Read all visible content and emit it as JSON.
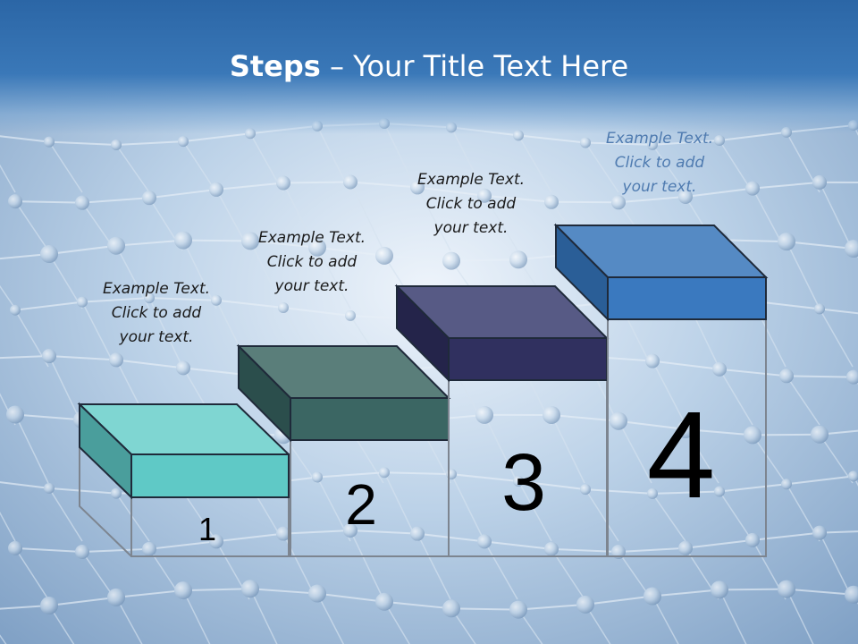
{
  "title": {
    "bold": "Steps",
    "rest": " – Your Title Text Here"
  },
  "steps": [
    {
      "number": "1",
      "lines": [
        "Example Text.",
        "Click  to add",
        "your text."
      ],
      "top_color": "#7fd6d2",
      "front_color": "#5fc9c6",
      "side_color": "#4a9e9c"
    },
    {
      "number": "2",
      "lines": [
        "Example Text.",
        "Click  to add",
        "your text."
      ],
      "top_color": "#5a7e7a",
      "front_color": "#3b6663",
      "side_color": "#2b4e4c"
    },
    {
      "number": "3",
      "lines": [
        "Example Text.",
        "Click  to add",
        "your text."
      ],
      "top_color": "#575a85",
      "front_color": "#30305f",
      "side_color": "#24244a"
    },
    {
      "number": "4",
      "lines": [
        "Example Text.",
        "Click  to add",
        "your text."
      ],
      "top_color": "#558ac4",
      "front_color": "#3a79bf",
      "side_color": "#2a5e97"
    }
  ]
}
